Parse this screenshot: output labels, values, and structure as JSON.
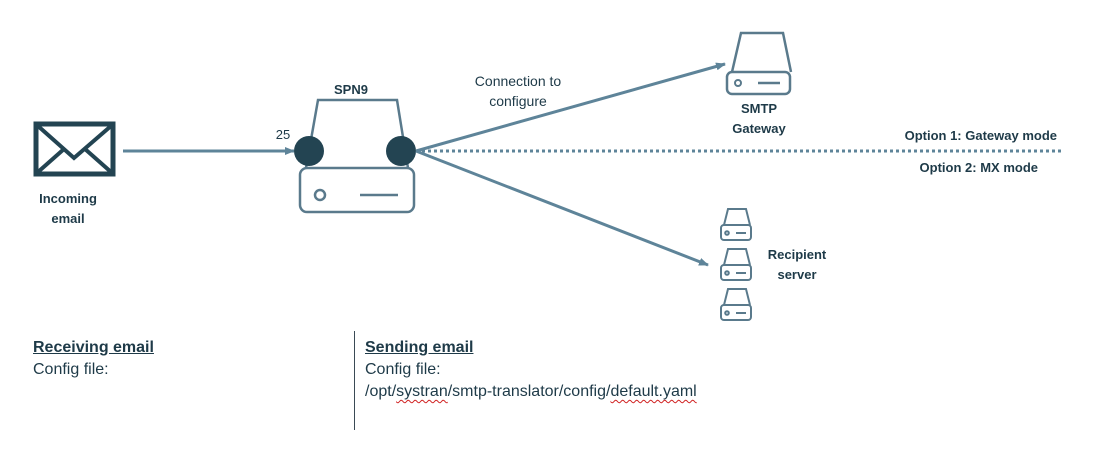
{
  "nodes": {
    "incoming": {
      "line1": "Incoming",
      "line2": "email"
    },
    "spn9": {
      "label": "SPN9",
      "port": "25"
    },
    "smtp": {
      "line1": "SMTP",
      "line2": "Gateway"
    },
    "recipient": {
      "line1": "Recipient",
      "line2": "server"
    }
  },
  "edges": {
    "connection": {
      "line1": "Connection to",
      "line2": "configure"
    },
    "option1": "Option 1: Gateway mode",
    "option2": "Option 2: MX mode"
  },
  "receiving": {
    "heading": "Receiving email",
    "config_label": "Config file:"
  },
  "sending": {
    "heading": "Sending email",
    "config_label": "Config file:",
    "path_prefix": "/opt/",
    "path_systran": "systran",
    "path_middle": "/smtp-translator/config/",
    "path_file": "default.yaml"
  },
  "colors": {
    "stroke": "#5a7a8c",
    "dark": "#234452",
    "arrow": "#5e8499"
  }
}
